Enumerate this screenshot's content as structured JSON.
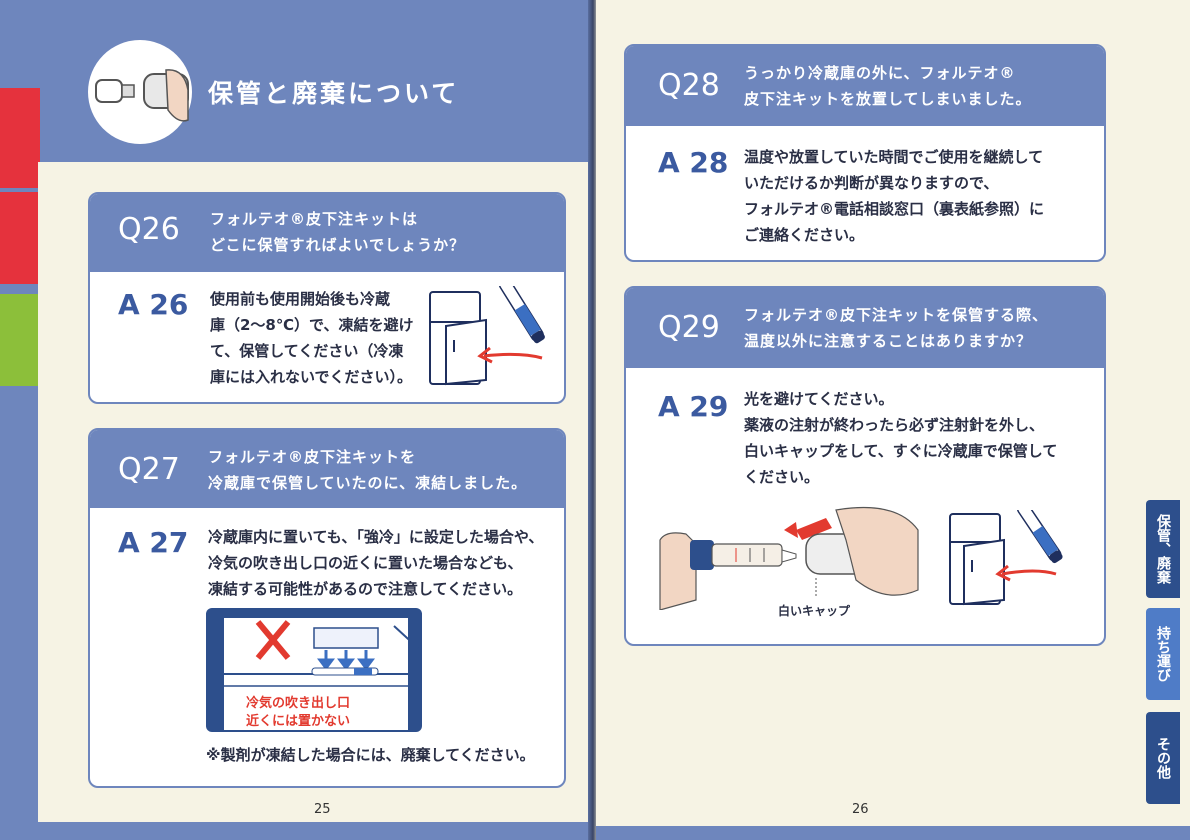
{
  "left": {
    "section_title": "保管と廃棄について",
    "page_number": "25",
    "q26": {
      "q_num": "Q26",
      "q_line1": "フォルテオ®皮下注キットは",
      "q_line2": "どこに保管すればよいでしょうか？",
      "a_num": "A 26",
      "a_lines": [
        "使用前も使用開始後も冷蔵",
        "庫（2〜8℃）で、凍結を避け",
        "て、保管してください（冷凍",
        "庫には入れないでください）。"
      ]
    },
    "q27": {
      "q_num": "Q27",
      "q_line1": "フォルテオ®皮下注キットを",
      "q_line2": "冷蔵庫で保管していたのに、凍結しました。",
      "a_num": "A 27",
      "a_lines": [
        "冷蔵庫内に置いても、「強冷」に設定した場合や、",
        "冷気の吹き出し口の近くに置いた場合なども、",
        "凍結する可能性があるので注意してください。"
      ],
      "warn_line1": "冷気の吹き出し口",
      "warn_line2": "近くには置かない",
      "note": "※製剤が凍結した場合には、廃棄してください。"
    }
  },
  "right": {
    "page_number": "26",
    "q28": {
      "q_num": "Q28",
      "q_line1": "うっかり冷蔵庫の外に、フォルテオ®",
      "q_line2": "皮下注キットを放置してしまいました。",
      "a_num": "A 28",
      "a_lines": [
        "温度や放置していた時間でご使用を継続して",
        "いただけるか判断が異なりますので、",
        "フォルテオ®電話相談窓口（裏表紙参照）に",
        "ご連絡ください。"
      ]
    },
    "q29": {
      "q_num": "Q29",
      "q_line1": "フォルテオ®皮下注キットを保管する際、",
      "q_line2": "温度以外に注意することはありますか？",
      "a_num": "A 29",
      "a_lines": [
        "光を避けてください。",
        "薬液の注射が終わったら必ず注射針を外し、",
        "白いキャップをして、すぐに冷蔵庫で保管して",
        "ください。"
      ],
      "cap_label": "白いキャップ"
    }
  },
  "side_tabs": [
    "保管、廃棄",
    "持ち運び",
    "その他"
  ],
  "colors": {
    "page_blue": "#6e86bd",
    "cream": "#f6f3e4",
    "tab_red": "#e5323d",
    "tab_green": "#8cbf3a",
    "tab_navy": "#2d4f8c",
    "tab_mid": "#4f7cc7",
    "arrow_red": "#e23a2f"
  }
}
